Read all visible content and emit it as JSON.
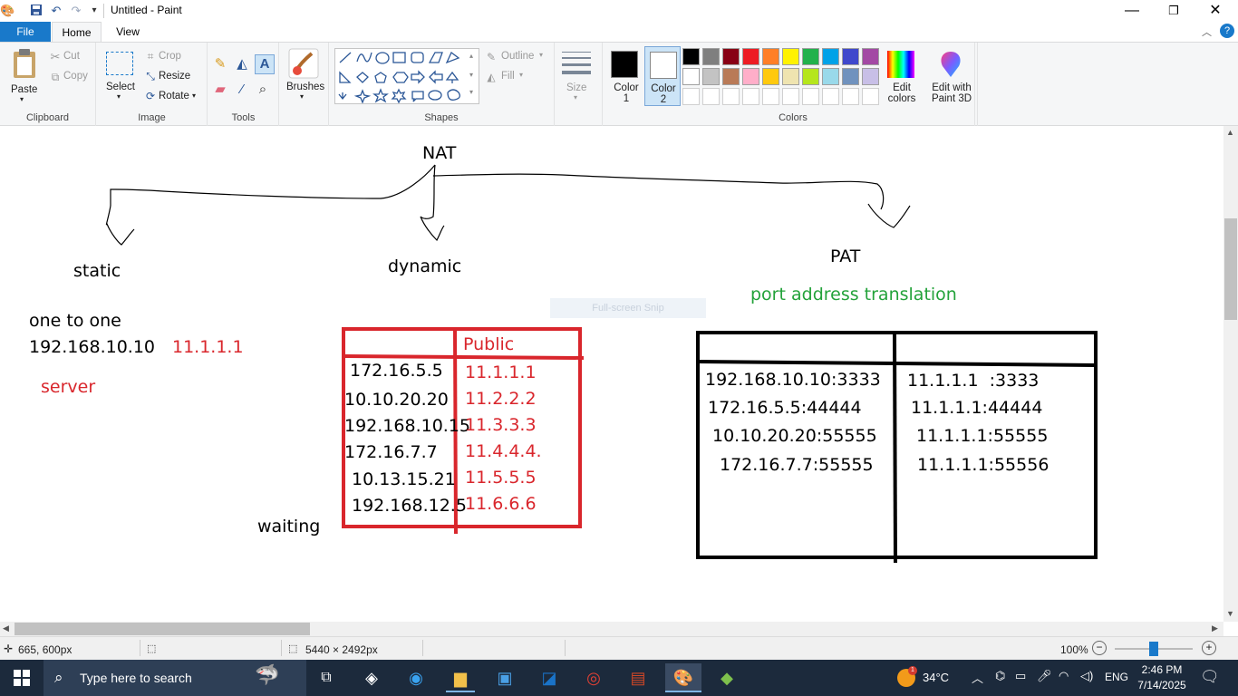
{
  "window": {
    "title": "Untitled - Paint"
  },
  "menu": {
    "file": "File",
    "home": "Home",
    "view": "View"
  },
  "clipboard": {
    "paste": "Paste",
    "cut": "Cut",
    "copy": "Copy",
    "label": "Clipboard"
  },
  "image": {
    "select": "Select",
    "crop": "Crop",
    "resize": "Resize",
    "rotate": "Rotate",
    "label": "Image"
  },
  "tools": {
    "label": "Tools"
  },
  "brushes": {
    "label": "Brushes"
  },
  "shapes": {
    "outline": "Outline",
    "fill": "Fill",
    "label": "Shapes"
  },
  "size": {
    "label": "Size"
  },
  "colors": {
    "color1": "Color 1",
    "color2": "Color 2",
    "edit_colors": "Edit colors",
    "paint3d": "Edit with Paint 3D",
    "label": "Colors",
    "palette_row1": [
      "#000000",
      "#7f7f7f",
      "#880015",
      "#ed1c24",
      "#ff7f27",
      "#fff200",
      "#22b14c",
      "#00a2e8",
      "#3f48cc",
      "#a349a4"
    ],
    "palette_row2": [
      "#ffffff",
      "#c3c3c3",
      "#b97a57",
      "#ffaec9",
      "#ffc90e",
      "#efe4b0",
      "#b5e61d",
      "#99d9ea",
      "#7092be",
      "#c8bfe7"
    ],
    "color1_value": "#000000",
    "color2_value": "#ffffff"
  },
  "canvas": {
    "nat": "NAT",
    "static": "static",
    "dynamic": "dynamic",
    "pat": "PAT",
    "pat_desc": "port address translation",
    "one_to_one": "one to one",
    "static_private": "192.168.10.10",
    "static_public": "11.1.1.1",
    "server": "server",
    "waiting": "waiting",
    "snip_hint": "Full-screen Snip",
    "dynamic_table": {
      "header_public": "Public",
      "private": [
        "172.16.5.5",
        "10.10.20.20",
        "192.168.10.15",
        "172.16.7.7",
        "10.13.15.21",
        "192.168.12.5"
      ],
      "public": [
        "11.1.1.1",
        "11.2.2.2",
        "11.3.3.3",
        "11.4.4.4.",
        "11.5.5.5",
        "11.6.6.6"
      ]
    },
    "pat_table": {
      "private": [
        "192.168.10.10:3333",
        "172.16.5.5:44444",
        "10.10.20.20:55555",
        "172.16.7.7:55555"
      ],
      "public": [
        "11.1.1.1  :3333",
        "11.1.1.1:44444",
        "11.1.1.1:55555",
        "11.1.1.1:55556"
      ]
    }
  },
  "status": {
    "cursor_pos": "665, 600px",
    "image_size": "5440 × 2492px",
    "zoom": "100%"
  },
  "taskbar": {
    "search_placeholder": "Type here to search",
    "weather": "34°C",
    "lang": "ENG",
    "time": "2:46 PM",
    "date": "7/14/2025",
    "weather_badge": "1"
  }
}
